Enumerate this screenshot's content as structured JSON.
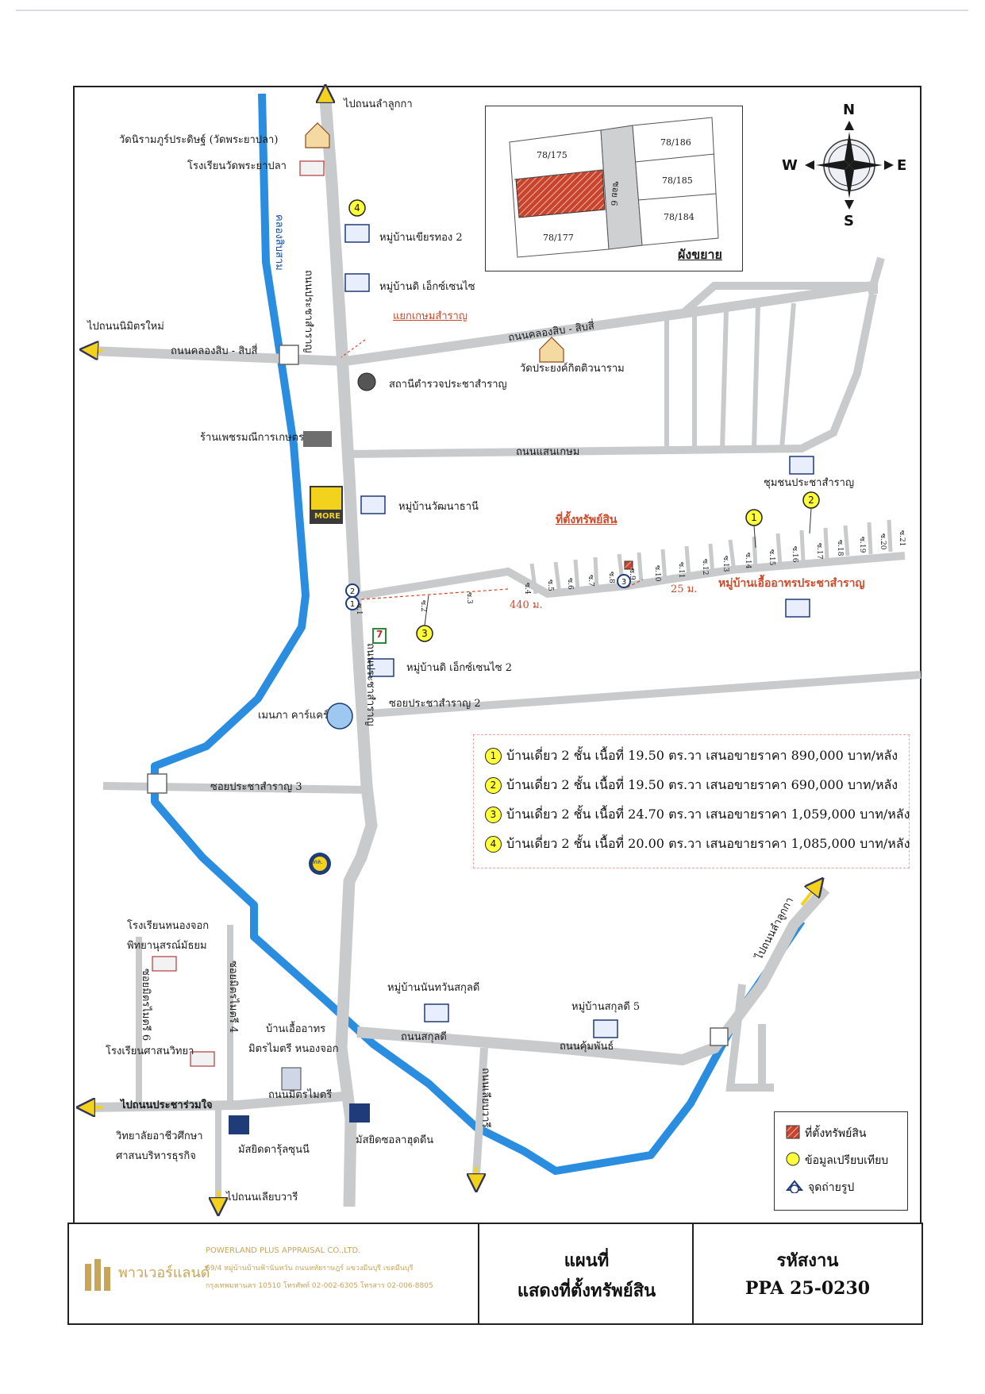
{
  "north_roads": {
    "to_lam_luk_ka": "ไปถนนลำลูกกา",
    "to_nimit_mai": "ไปถนนนิมิตรใหม่",
    "khlong_sib_si": "ถนนคลองสิบ - สิบสี่",
    "saen_kasem": "ถนนแสนเกษม",
    "soi_pracha_samran_2": "ซอยประชาสำราญ 2",
    "soi_pracha_samran_3": "ซอยประชาสำราญ 3",
    "pracha_samran_road_upper": "ถนนประชาสำราญ",
    "pracha_samran_road_lower": "ถนนประชาสำราญ",
    "canal_label": "คลองสิบสาม",
    "intersection": "แยกเกษมสำราญ"
  },
  "places": {
    "wat_phra_ya_pla": "วัดนิรามภูร์ประดิษฐ์ (วัดพระยาปลา)",
    "school_phra_ya_pla": "โรงเรียนวัดพระยาปลา",
    "village_4": "หมู่บ้านเขียรทอง 2",
    "village_the_excellence": "หมู่บ้านดิ เอ็กซ์เซนไซ",
    "police_station": "สถานีตำรวจประชาสำราญ",
    "wat_prayong": "วัดประยงค์กิตติวนาราม",
    "shop": "ร้านเพชรมณีการเกษตร",
    "village_wattana": "หมู่บ้านวัฒนาธานี",
    "community": "ชุมชนประชาสำราญ",
    "village_excellence_2": "หมู่บ้านดิ เอ็กซ์เซนไซ 2",
    "nursery": "เมนภา คาร์แคร์",
    "subject_village": "หมู่บ้านเอื้ออาทรประชาสำราญ",
    "property_location": "ที่ตั้งทรัพย์สิน",
    "dist_440": "440 ม.",
    "dist_25": "25 ม.",
    "seven_eleven": "7",
    "cj_more": "MORE"
  },
  "south": {
    "school_nong_chok": "โรงเรียนหนองจอก",
    "school_nong_chok_2": "พิทยานุสรณ์มัธยม",
    "soi_mit_maitri_6": "ซอยมิตรไมตรี 6",
    "soi_mit_maitri_4": "ซอยมิตรไมตรี 4",
    "school_sasana": "โรงเรียนศาสนวิทยา",
    "baan_ua_1": "บ้านเอื้ออาทร",
    "baan_ua_2": "มิตรไมตรี หนองจอก",
    "to_pracha_ruam_jai": "ไปถนนประชาร่วมใจ",
    "mit_maitri_road": "ถนนมิตรไมตรี",
    "college_1": "วิทยาลัยอาชีวศึกษา",
    "college_2": "ศาสนบริหารธุรกิจ",
    "mosque_1": "มัสยิดดารุ้ลซุนนี",
    "mosque_2": "มัสยิดซอลาฮุดดีน",
    "to_liap_wari": "ไปถนนเลียบวารี",
    "village_nanthawan": "หมู่บ้านนันทวันสกุลดี",
    "village_sakul_dee": "หมู่บ้านสกุลดี 5",
    "sakul_dee_road": "ถนนสกุลดี",
    "kum_phan_road": "ถนนคุ้มพันธ์",
    "liap_wari_road": "ถนนเลียบวารี",
    "to_lam_luk_ka_2": "ไปถนนลำลูกกา",
    "police_badge": "ทล."
  },
  "comparables": [
    {
      "num": "1",
      "text": "บ้านเดี่ยว 2 ชั้น เนื้อที่ 19.50 ตร.วา เสนอขายราคา 890,000 บาท/หลัง"
    },
    {
      "num": "2",
      "text": "บ้านเดี่ยว 2 ชั้น เนื้อที่ 19.50 ตร.วา เสนอขายราคา 690,000 บาท/หลัง"
    },
    {
      "num": "3",
      "text": "บ้านเดี่ยว 2 ชั้น เนื้อที่ 24.70 ตร.วา เสนอขายราคา 1,059,000 บาท/หลัง"
    },
    {
      "num": "4",
      "text": "บ้านเดี่ยว 2 ชั้น เนื้อที่ 20.00 ตร.วา เสนอขายราคา 1,085,000 บาท/หลัง"
    }
  ],
  "inset": {
    "title": "ผังขยาย",
    "soi": "ซอย 6",
    "plots": [
      "78/175",
      "78/177",
      "78/186",
      "78/185",
      "78/184"
    ]
  },
  "compass": {
    "n": "N",
    "s": "S",
    "e": "E",
    "w": "W"
  },
  "map_legend": {
    "property": "ที่ตั้งทรัพย์สิน",
    "comparable": "ข้อมูลเปรียบเทียบ",
    "photo_point": "จุดถ่ายรูป"
  },
  "soi_labels": [
    "ซ.1",
    "ซ.2",
    "ซ.3",
    "ซ.4",
    "ซ.5",
    "ซ.6",
    "ซ.7",
    "ซ.8",
    "ซ.9",
    "ซ.10",
    "ซ.11",
    "ซ.12",
    "ซ.13",
    "ซ.14",
    "ซ.15",
    "ซ.16",
    "ซ.17",
    "ซ.18",
    "ซ.19",
    "ซ.20",
    "ซ.21"
  ],
  "footer": {
    "logo_text": "พาวเวอร์แลนด์",
    "company": "POWERLAND PLUS APPRAISAL CO.,LTD.",
    "address_1": "69/4 หมู่บ้านบ้านฟ้านันทวัน ถนนหทัยราษฎร์ แขวงมีนบุรี เขตมีนบุรี",
    "address_2": "กรุงเทพมหานคร 10510 โทรศัพท์ 02-002-6305 โทรสาร 02-006-8805",
    "title_1": "แผนที่",
    "title_2": "แสดงที่ตั้งทรัพย์สิน",
    "code_label": "รหัสงาน",
    "code_value": "PPA 25-0230"
  },
  "colors": {
    "canal": "#2a8de0",
    "road": "#c9cacb",
    "property": "#c8442e",
    "comparable": "#ffff3a",
    "accent_red": "#d04a2a"
  }
}
